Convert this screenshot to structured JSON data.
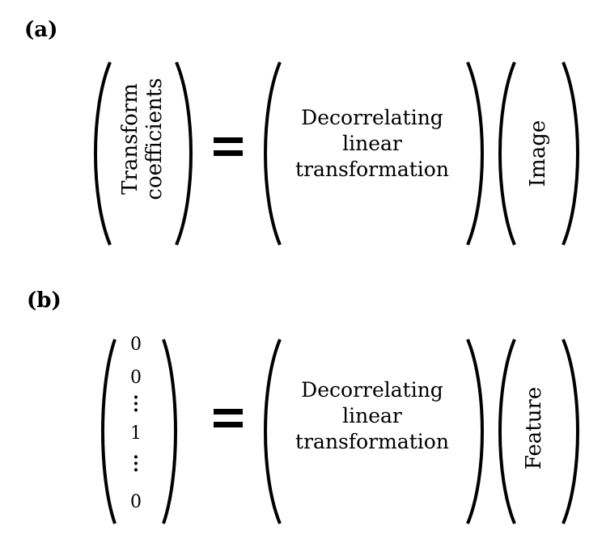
{
  "panel_a": {
    "label": "(a)",
    "left_vector": [
      "Transform",
      "coefficients"
    ],
    "matrix": [
      "Decorrelating",
      "linear",
      "transformation"
    ],
    "right_vector": "Image"
  },
  "panel_b": {
    "label": "(b)",
    "left_vector": [
      "0",
      "0",
      "1",
      "0"
    ],
    "matrix": [
      "Decorrelating",
      "linear",
      "transformation"
    ],
    "right_vector": "Feature"
  }
}
